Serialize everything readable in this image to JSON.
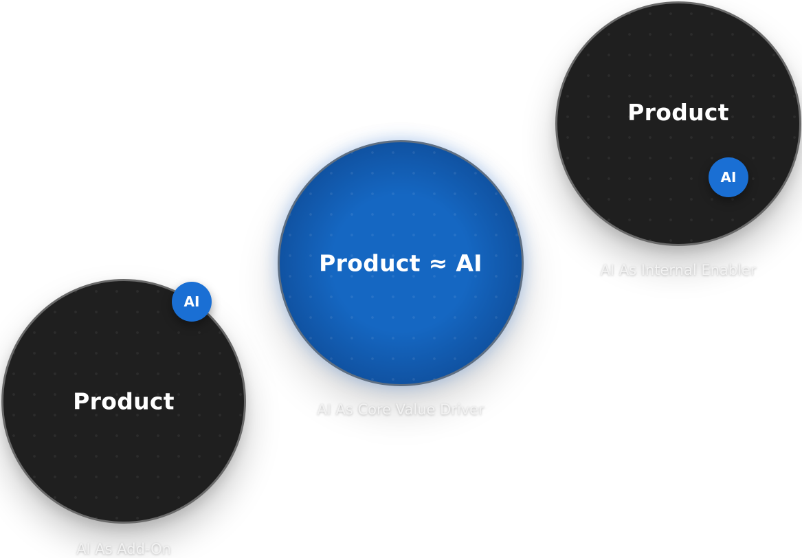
{
  "circles": {
    "add_on": {
      "label": "Product",
      "badge": "AI",
      "caption": "AI As Add-On"
    },
    "core": {
      "label": "Product ≈ AI",
      "caption": "AI As Core Value Driver"
    },
    "internal": {
      "label": "Product",
      "badge": "AI",
      "caption": "AI As Internal Enabler"
    }
  },
  "colors": {
    "dark_circle": "#1f1f1f",
    "blue_circle": "#1567c2",
    "badge": "#1a6fd4",
    "circle_border": "#6a6a6a"
  }
}
